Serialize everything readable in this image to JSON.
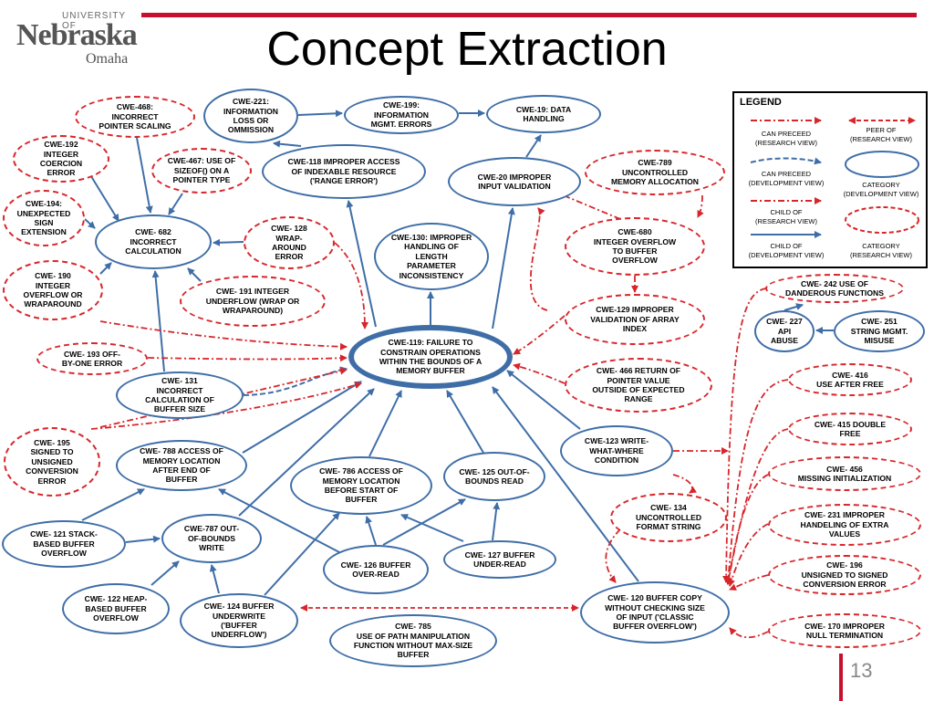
{
  "slide": {
    "title": "Concept Extraction",
    "page_number": "13",
    "logo": {
      "top": "UNIVERSITY OF",
      "name": "Nebraska",
      "campus": "Omaha"
    },
    "accent_color": "#c8102e"
  },
  "legend": {
    "title": "LEGEND",
    "can_preceed_research": "CAN PRECEED\n(RESEARCH VIEW)",
    "peer_of_research": "PEER OF\n(RESEARCH VIEW)",
    "can_preceed_development": "CAN PRECEED\n(DEVELOPMENT  VIEW)",
    "category_development": "CATEGORY\n(DEVELOPMENT VIEW)",
    "child_of_research": "CHILD OF\n(RESEARCH VIEW)",
    "child_of_development": "CHILD OF\n(DEVELOPMENT VIEW)",
    "category_research": "CATEGORY\n(RESEARCH VIEW)"
  },
  "nodes": {
    "n468": "CWE-468:\nINCORRECT\nPOINTER SCALING",
    "n221": "CWE-221:\nINFORMATION\nLOSS OR\nOMMISSION",
    "n199": "CWE-199:\nINFORMATION\nMGMT. ERRORS",
    "n19": "CWE-19: DATA\nHANDLING",
    "n192": "CWE-192\nINTEGER\nCOERCION\nERROR",
    "n467": "CWE-467: USE OF\nSIZEOF() ON A\nPOINTER TYPE",
    "n118": "CWE-118 IMPROPER ACCESS\nOF INDEXABLE RESOURCE\n('RANGE ERROR')",
    "n20": "CWE-20 IMPROPER\nINPUT VALIDATION",
    "n789": "CWE-789\nUNCONTROLLED\nMEMORY ALLOCATION",
    "n194": "CWE-194:\nUNEXPECTED\nSIGN\nEXTENSION",
    "n682": "CWE- 682\nINCORRECT\nCALCULATION",
    "n128": "CWE- 128\nWRAP-\nAROUND\nERROR",
    "n130": "CWE-130: IMPROPER\nHANDLING OF\nLENGTH\nPARAMETER\nINCONSISTENCY",
    "n680": "CWE-680\nINTEGER OVERFLOW\nTO BUFFER\nOVERFLOW",
    "n190": "CWE- 190\nINTEGER\nOVERFLOW OR\nWRAPAROUND",
    "n191": "CWE- 191 INTEGER\nUNDERFLOW (WRAP OR\nWRAPAROUND)",
    "n129": "CWE-129 IMPROPER\nVALIDATION OF ARRAY\nINDEX",
    "n242": "CWE-  242 USE OF\nDANDEROUS FUNCTIONS",
    "n227": "CWE- 227\nAPI\nABUSE",
    "n251": "CWE- 251\nSTRING MGMT.\nMISUSE",
    "n193": "CWE- 193 OFF-\nBY-ONE ERROR",
    "n119": "CWE-119: FAILURE TO\nCONSTRAIN OPERATIONS\nWITHIN THE BOUNDS OF A\nMEMORY BUFFER",
    "n131": "CWE- 131\nINCORRECT\nCALCULATION OF\nBUFFER SIZE",
    "n466": "CWE- 466 RETURN OF\nPOINTER VALUE\nOUTSIDE OF EXPECTED\nRANGE",
    "n416": "CWE- 416\nUSE AFTER FREE",
    "n195": "CWE- 195\nSIGNED  TO\nUNSIGNED\nCONVERSION\nERROR",
    "n788": "CWE- 788 ACCESS OF\nMEMORY LOCATION\nAFTER END OF\nBUFFER",
    "n415": "CWE- 415 DOUBLE\nFREE",
    "n123": "CWE-123 WRITE-\nWHAT-WHERE\nCONDITION",
    "n786": "CWE- 786 ACCESS OF\nMEMORY LOCATION\nBEFORE START OF\nBUFFER",
    "n125": "CWE- 125 OUT-OF-\nBOUNDS READ",
    "n456": "CWE- 456\nMISSING INITIALIZATION",
    "n121": "CWE- 121 STACK-\nBASED BUFFER\nOVERFLOW",
    "n787": "CWE-787 OUT-\nOF-BOUNDS\nWRITE",
    "n134": "CWE- 134\nUNCONTROLLED\nFORMAT STRING",
    "n231": "CWE- 231 IMPROPER\nHANDELING OF EXTRA\nVALUES",
    "n126": "CWE- 126 BUFFER\nOVER-READ",
    "n127": "CWE- 127 BUFFER\nUNDER-READ",
    "n196": "CWE- 196\nUNSIGNED TO SIGNED\nCONVERSION ERROR",
    "n122": "CWE- 122 HEAP-\nBASED BUFFER\nOVERFLOW",
    "n124": "CWE- 124 BUFFER\nUNDERWRITE\n('BUFFER\nUNDERFLOW')",
    "n120": "CWE- 120 BUFFER COPY\nWITHOUT CHECKING SIZE\nOF INPUT ('CLASSIC\nBUFFER OVERFLOW')",
    "n785": "CWE- 785\nUSE OF PATH MANIPULATION\nFUNCTION WITHOUT MAX-SIZE\nBUFFER",
    "n170": "CWE- 170 IMPROPER\nNULL TERMINATION"
  }
}
